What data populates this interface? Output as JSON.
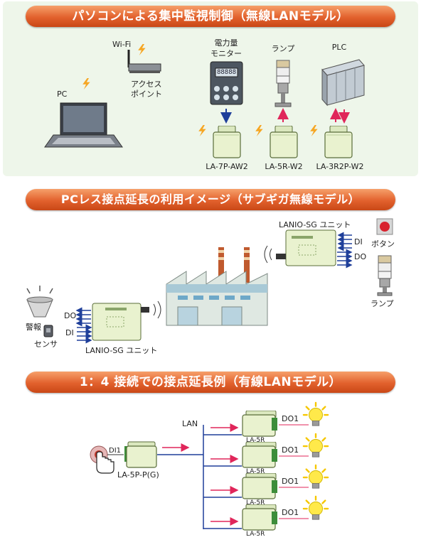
{
  "section1": {
    "title": "パソコンによる集中監視制御（無線LANモデル）",
    "pc_label": "PC",
    "wifi_label": "Wi-Fi",
    "ap_label_1": "アクセス",
    "ap_label_2": "ポイント",
    "meter_label_1": "電力量",
    "meter_label_2": "モニター",
    "meter_display": "88888",
    "lamp_label": "ランプ",
    "plc_label": "PLC",
    "unit1": "LA-7P-AW2",
    "unit2": "LA-5R-W2",
    "unit3": "LA-3R2P-W2"
  },
  "section2": {
    "title": "PCレス接点延長の利用イメージ（サブギガ無線モデル）",
    "unit_top_label": "LANIO-SG ユニット",
    "unit_bottom_label": "LANIO-SG ユニット",
    "di_label_top": "DI",
    "do_label_top": "DO",
    "button_label": "ボタン",
    "lamp_label": "ランプ",
    "alarm_label": "警報",
    "sensor_label": "センサ",
    "do_label_bottom": "DO",
    "di_label_bottom": "DI"
  },
  "section3": {
    "title": "1：4 接続での接点延長例（有線LANモデル）",
    "lan_label": "LAN",
    "di_label": "DI1",
    "sender_label": "LA-5P-P(G)",
    "receivers": [
      {
        "model": "LA-5R",
        "do": "DO1"
      },
      {
        "model": "LA-5R",
        "do": "DO1"
      },
      {
        "model": "LA-5R",
        "do": "DO1"
      },
      {
        "model": "LA-5R",
        "do": "DO1"
      }
    ]
  },
  "colors": {
    "panel_bg": "#eef6ea",
    "banner": "#e2612d",
    "unit_body": "#e9f2cf",
    "arrow_red": "#e0265a",
    "arrow_blue": "#1f3f9a",
    "bulb": "#ffe94a",
    "lightning": "#f6a623"
  }
}
